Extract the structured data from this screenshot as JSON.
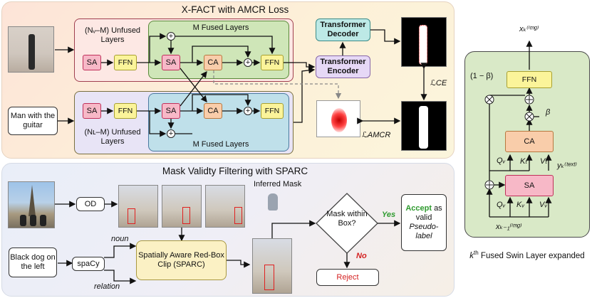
{
  "top": {
    "title": "X-FACT with AMCR Loss",
    "vis_unfused": "(Nᵥ–M) Unfused Layers",
    "vis_fused": "M Fused Layers",
    "txt_unfused": "(Nʟ–M) Unfused Layers",
    "txt_fused": "M Fused Layers",
    "sa": "SA",
    "ffn": "FFN",
    "ca": "CA",
    "decoder": "Transformer Decoder",
    "encoder": "Transformer Encoder",
    "text_input": "Man with the guitar",
    "loss_ce": "ℒCE",
    "loss_amcr": "ℒAMCR",
    "plus": "+"
  },
  "bottom": {
    "title": "Mask Validty Filtering with SPARC",
    "od": "OD",
    "spacy": "spaCy",
    "text_input": "Black dog on the left",
    "noun": "noun",
    "relation": "relation",
    "sparc": "Spatially Aware Red-Box Clip (SPARC)",
    "inferred_mask": "Inferred Mask",
    "decision": "Mask within Box?",
    "yes": "Yes",
    "no": "No",
    "accept_word": "Accept",
    "accept_rest": "as valid",
    "pseudo": "Pseudo-label",
    "reject": "Reject"
  },
  "right": {
    "out": "xₖ⁽ⁱᵐᵍ⁾",
    "ffn": "FFN",
    "ca": "CA",
    "sa": "SA",
    "one_minus_beta": "(1 − β)",
    "beta": "β",
    "qv": "Qᵥ",
    "kt": "Kₜ",
    "vt": "Vₜ",
    "kv": "Kᵥ",
    "vv": "Vᵥ",
    "yk": "yₖ⁽ᵗᵉˣᵗ⁾",
    "xin": "xₖ₋₁⁽ⁱᵐᵍ⁾",
    "caption_k": "k",
    "caption_th": "th",
    "caption_rest": " Fused Swin Layer expanded"
  },
  "colors": {
    "accept": "#2e9a2e",
    "yes": "#2e9a2e",
    "no": "#d42020",
    "reject": "#d42020"
  }
}
